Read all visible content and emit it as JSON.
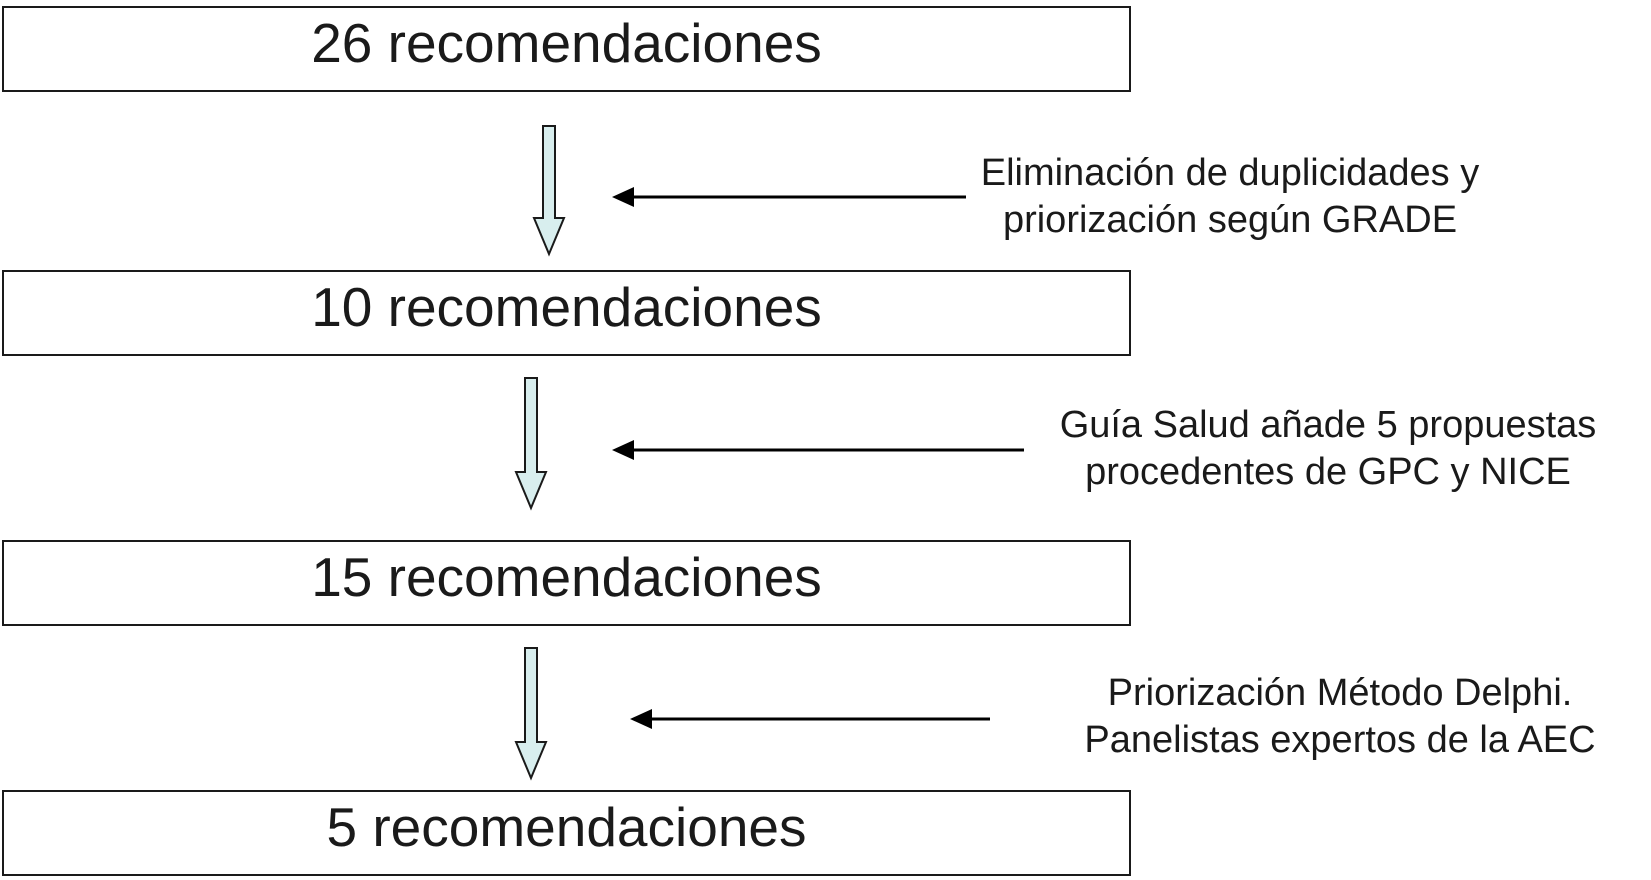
{
  "flow": {
    "steps": [
      {
        "label": "26 recomendaciones"
      },
      {
        "label": "10 recomendaciones"
      },
      {
        "label": "15 recomendaciones"
      },
      {
        "label": "5 recomendaciones"
      }
    ],
    "transitions": [
      {
        "lines": [
          "Eliminación de duplicidades y",
          "priorización según GRADE"
        ]
      },
      {
        "lines": [
          "Guía Salud añade 5 propuestas",
          "procedentes de GPC y NICE"
        ]
      },
      {
        "lines": [
          "Priorización Método Delphi.",
          "Panelistas expertos de la AEC"
        ]
      }
    ]
  },
  "colors": {
    "box_border": "#1a1a1a",
    "flow_arrow_fill": "#d8eeee",
    "flow_arrow_stroke": "#1a1a1a",
    "pointer_arrow": "#000000"
  }
}
